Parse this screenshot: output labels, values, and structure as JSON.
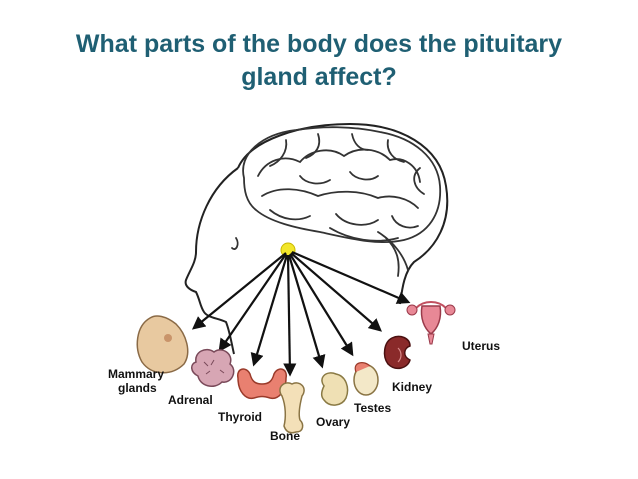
{
  "slide": {
    "title_line1": "What parts of the body does the pituitary",
    "title_line2": "gland affect?",
    "title_color": "#1f5f73"
  },
  "diagram": {
    "source": "pituitary-gland",
    "gland_color": "#f2e62a",
    "labels": {
      "mammary": "Mammary",
      "glands": "glands",
      "adrenal": "Adrenal",
      "thyroid": "Thyroid",
      "bone": "Bone",
      "ovary": "Ovary",
      "testes": "Testes",
      "kidney": "Kidney",
      "uterus": "Uterus"
    },
    "target_organs": [
      "Mammary glands",
      "Adrenal",
      "Thyroid",
      "Bone",
      "Ovary",
      "Testes",
      "Kidney",
      "Uterus"
    ]
  }
}
